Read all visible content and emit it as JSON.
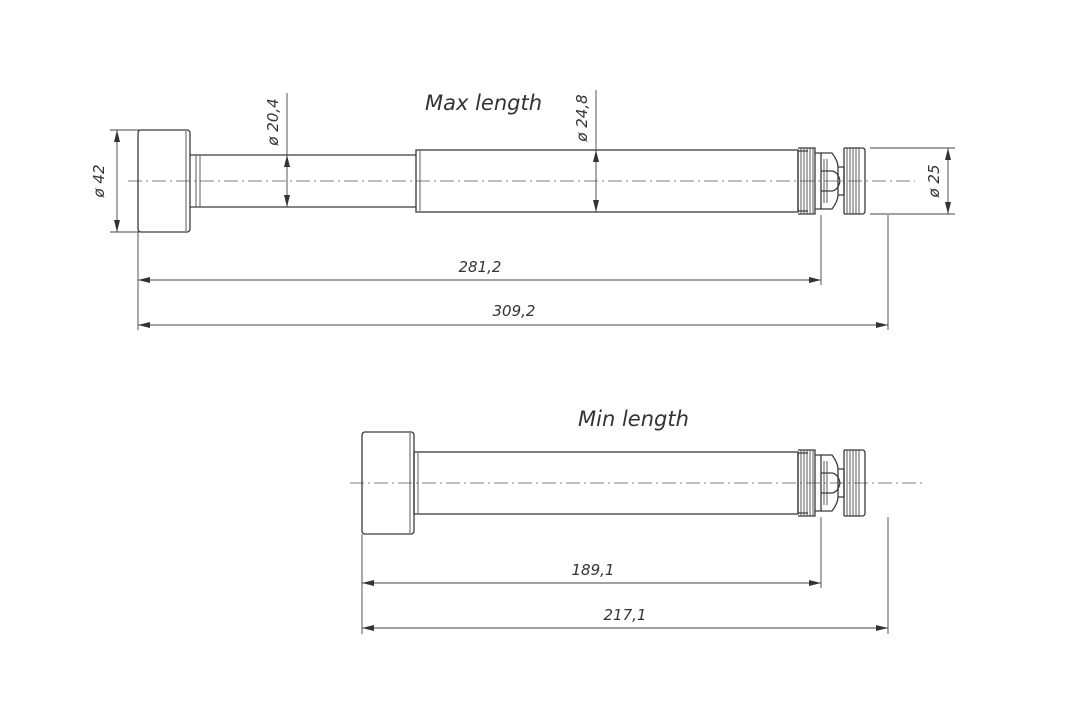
{
  "views": {
    "max": {
      "title": "Max length"
    },
    "min": {
      "title": "Min length"
    }
  },
  "dimensions": {
    "head_diameter": "ø 42",
    "shaft_diameter": "ø 20,4",
    "tube_diameter": "ø 24,8",
    "end_diameter": "ø 25",
    "max_inner_length": "281,2",
    "max_total_length": "309,2",
    "min_inner_length": "189,1",
    "min_total_length": "217,1"
  }
}
